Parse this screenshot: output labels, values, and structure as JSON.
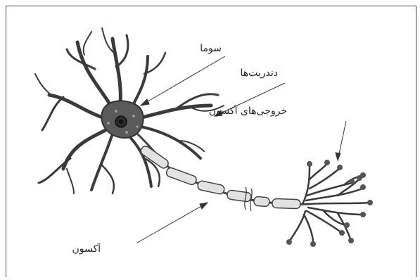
{
  "labels": {
    "soma": "سوما",
    "dendrites": "دندریت‌ها",
    "axon_terminals": "خروجی‌های آکسون",
    "axon": "آکسون"
  },
  "colors": {
    "outline": "#333333",
    "neuron_fill": "#6f6f6f",
    "soma_fill": "#555555",
    "nucleus": "#222222",
    "myelin": "#dcdcdc"
  }
}
